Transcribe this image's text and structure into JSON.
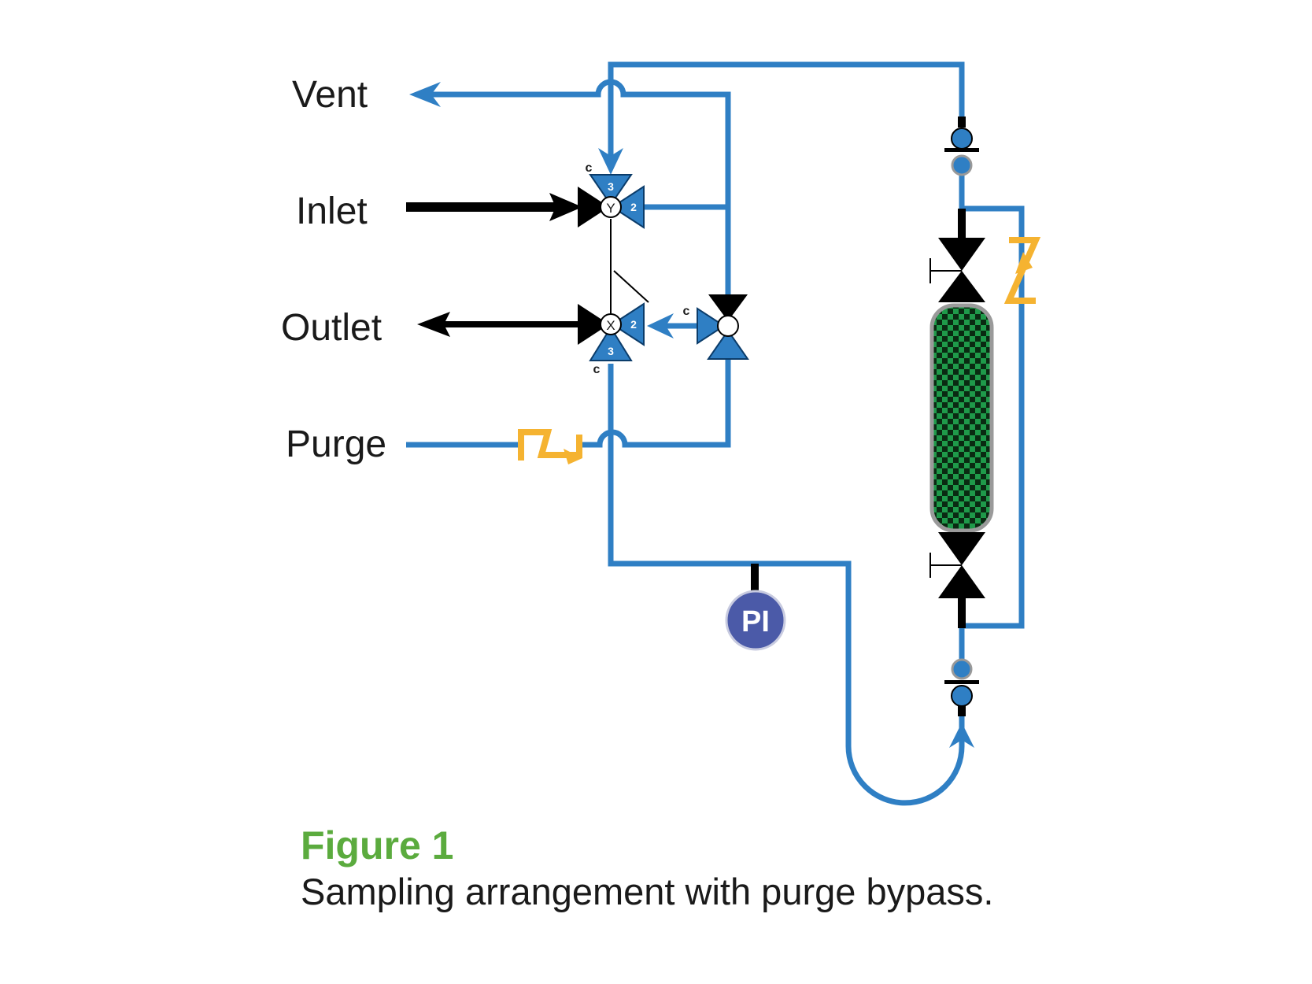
{
  "labels": {
    "vent": "Vent",
    "inlet": "Inlet",
    "outlet": "Outlet",
    "purge": "Purge",
    "pressure_indicator": "PI"
  },
  "valve_ports": {
    "y_valve": {
      "center": "Y",
      "top_port": "3",
      "right_port": "2",
      "top_tag": "c"
    },
    "x_valve": {
      "center": "X",
      "bottom_port": "3",
      "right_port": "2",
      "bottom_tag": "c"
    },
    "diverter_tag": "c"
  },
  "caption": {
    "figure_label": "Figure 1",
    "description": "Sampling arrangement with purge bypass."
  },
  "colors": {
    "process_line": "#2f7fc4",
    "main_line": "#000000",
    "check_valve": "#f5b331",
    "cylinder_fill": "#1f9a4a",
    "pressure_indicator": "#4b5aa8",
    "caption_title": "#5bab3e"
  }
}
